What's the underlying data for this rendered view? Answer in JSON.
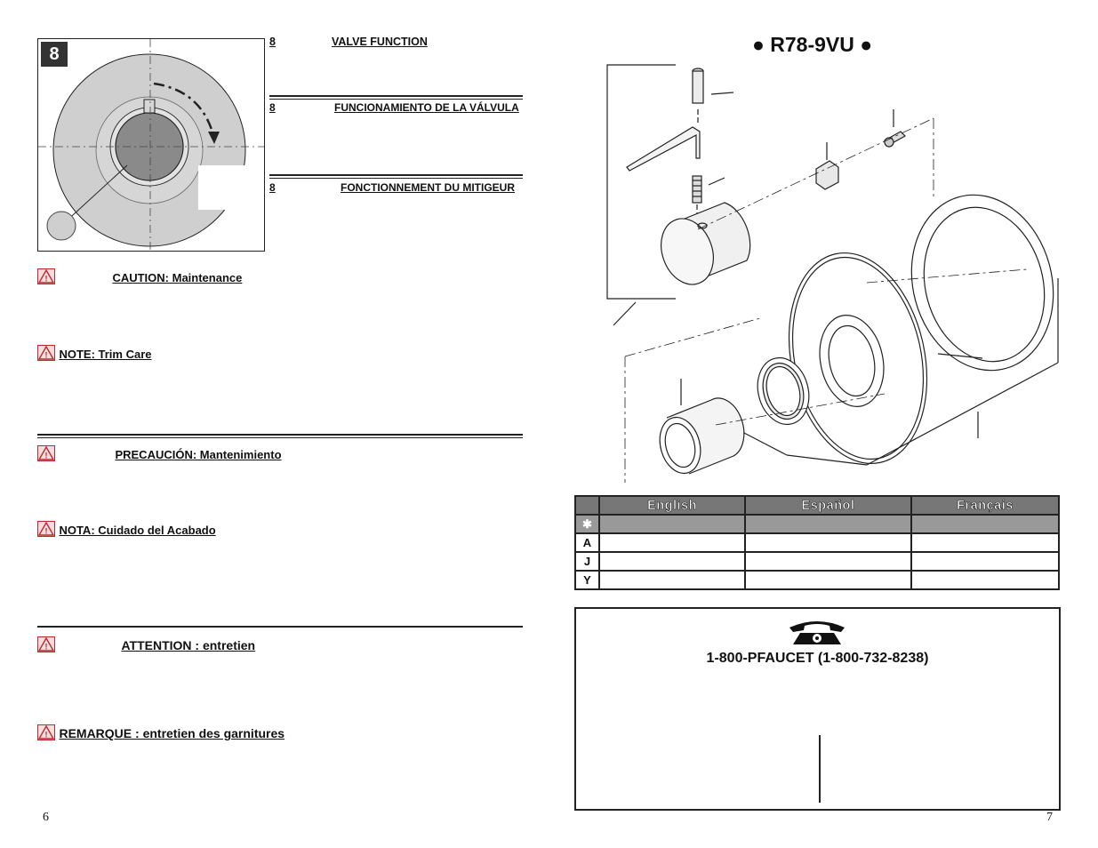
{
  "left_page": {
    "step_badge": "8",
    "step_number": "8",
    "headings": {
      "valve_function": "VALVE FUNCTION",
      "funcionamiento": "FUNCIONAMIENTO DE LA VÁLVULA",
      "fonctionnement": "FONCTIONNEMENT DU MITIGEUR"
    },
    "caution_en": "CAUTION:  Maintenance",
    "note_en": " NOTE:  Trim Care",
    "caution_es": "PRECAUCIÓN: Mantenimiento",
    "note_es": " NOTA: Cuidado del Acabado",
    "caution_fr": "ATTENTION : entretien",
    "note_fr": " REMARQUE : entretien des garnitures",
    "page_number": "6"
  },
  "right_page": {
    "model": "● R78-9VU ●",
    "table": {
      "columns": [
        "English",
        "Español",
        "Français"
      ],
      "rows": [
        {
          "key": "✱",
          "cells": [
            "",
            "",
            ""
          ]
        },
        {
          "key": "A",
          "cells": [
            "",
            "",
            ""
          ]
        },
        {
          "key": "J",
          "cells": [
            "",
            "",
            ""
          ]
        },
        {
          "key": "Y",
          "cells": [
            "",
            "",
            ""
          ]
        }
      ]
    },
    "phone_icon": "telephone-icon",
    "phone": "1-800-PFAUCET (1-800-732-8238)",
    "page_number": "7"
  },
  "colors": {
    "warning_red": "#c0272d",
    "gray_fill": "#cfcfcf",
    "dark_gray": "#8a8a8a",
    "table_header": "#777777"
  }
}
